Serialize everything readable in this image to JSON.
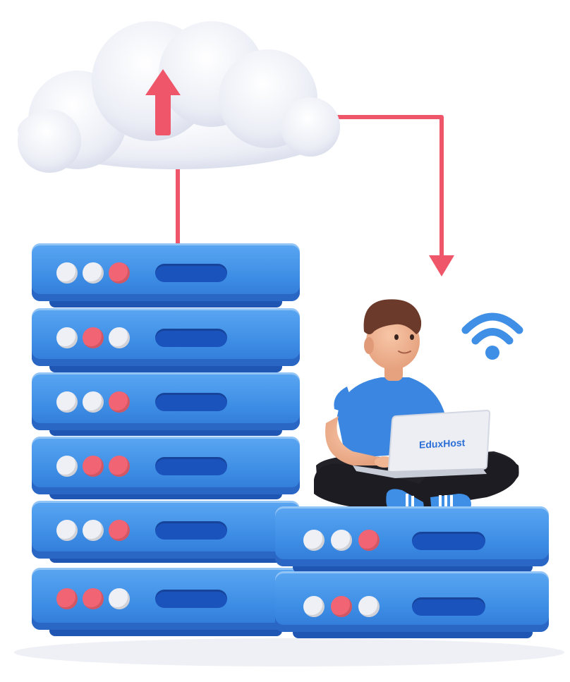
{
  "laptop": {
    "brand_label": "EduxHost"
  },
  "colors": {
    "server_blue": "#3f8fe6",
    "slot_blue": "#1b53bd",
    "arrow_red": "#f0566a",
    "led_red": "#f06474",
    "led_white": "#eef0f6",
    "wifi_blue": "#3f8fe6",
    "shirt_blue": "#3a86e0"
  },
  "icons": [
    "cloud-icon",
    "upload-arrow-icon",
    "download-arrow-icon",
    "wifi-icon",
    "laptop-icon"
  ],
  "server_stacks": {
    "left": {
      "units": 6,
      "leds": [
        [
          "white",
          "white",
          "red"
        ],
        [
          "white",
          "red",
          "white"
        ],
        [
          "white",
          "white",
          "red"
        ],
        [
          "white",
          "red",
          "red"
        ],
        [
          "white",
          "white",
          "red"
        ],
        [
          "red",
          "red",
          "white"
        ]
      ]
    },
    "right": {
      "units": 2,
      "leds": [
        [
          "white",
          "white",
          "red"
        ],
        [
          "white",
          "red",
          "white"
        ]
      ]
    }
  }
}
